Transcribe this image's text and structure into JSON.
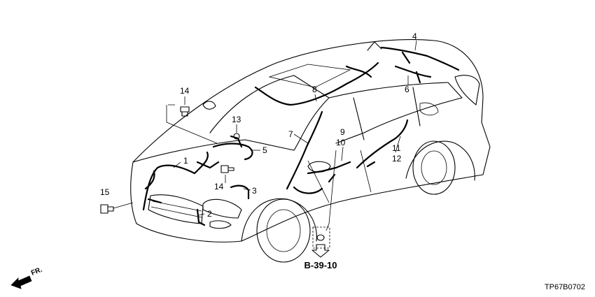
{
  "diagram": {
    "callouts": [
      "1",
      "2",
      "3",
      "4",
      "5",
      "6",
      "7",
      "8",
      "9",
      "10",
      "11",
      "12",
      "13",
      "14",
      "14",
      "15"
    ],
    "reference": "B-39-10",
    "direction_label": "FR.",
    "diagram_code": "TP67B0702"
  }
}
